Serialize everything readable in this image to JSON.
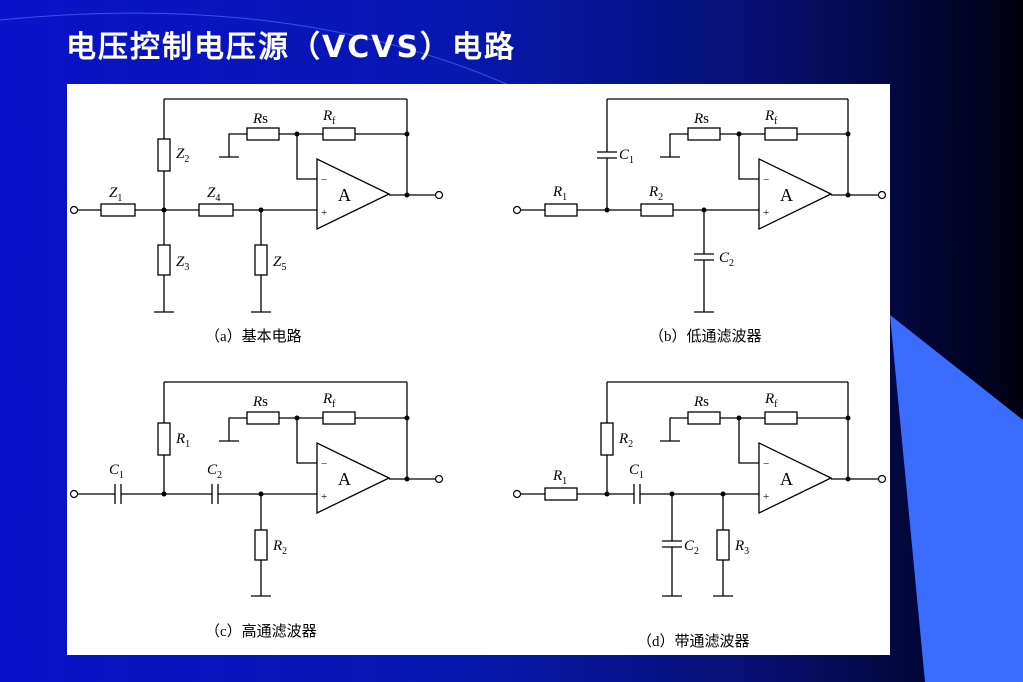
{
  "slide": {
    "title": "电压控制电压源（VCVS）电路",
    "colors": {
      "background": "#0718b0",
      "accent": "#3a6cff",
      "panel": "#ffffff"
    }
  },
  "components": {
    "amp": "A",
    "plus": "+",
    "minus": "−",
    "a": {
      "Rs": "s",
      "Rf": "f",
      "Z1": "1",
      "Z2": "2",
      "Z3": "3",
      "Z4": "4",
      "Z5": "5"
    },
    "b": {
      "Rs": "s",
      "Rf": "f",
      "R1": "1",
      "R2": "2",
      "C1": "1",
      "C2": "2"
    },
    "c": {
      "Rs": "s",
      "Rf": "f",
      "R1": "1",
      "R2": "2",
      "C1": "1",
      "C2": "2"
    },
    "d": {
      "Rs": "s",
      "Rf": "f",
      "R1": "1",
      "R2": "2",
      "R3": "3",
      "C1": "1",
      "C2": "2"
    }
  },
  "letters": {
    "R": "R",
    "Z": "Z",
    "C": "C"
  },
  "captions": {
    "a": "（a）基本电路",
    "b": "（b）低通滤波器",
    "c": "（c）高通滤波器",
    "d": "（d）带通滤波器"
  }
}
